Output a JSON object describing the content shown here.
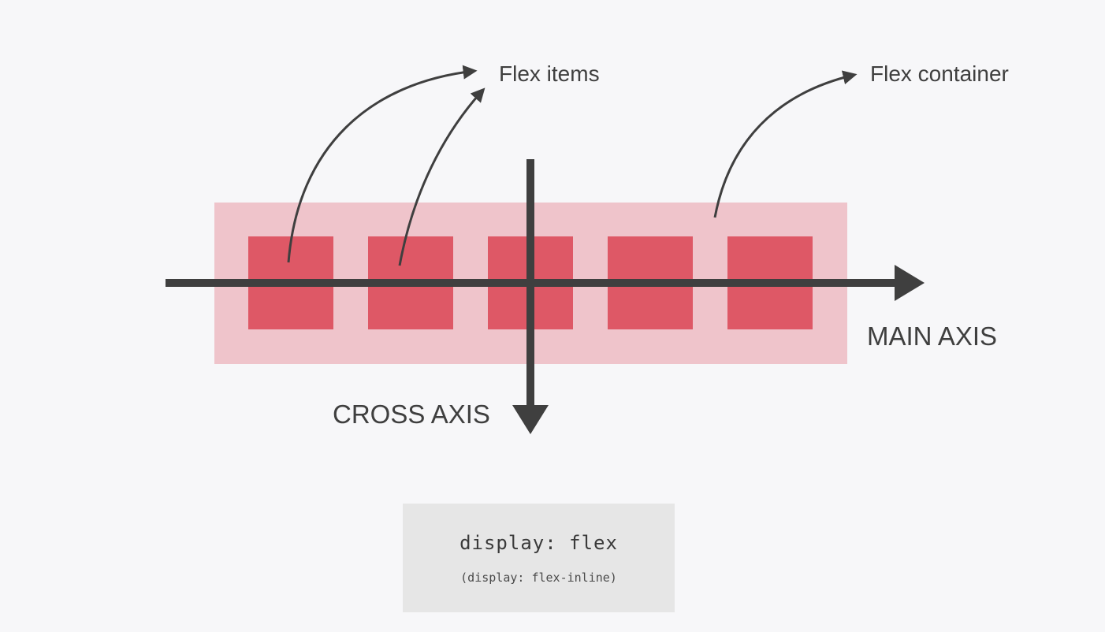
{
  "labels": {
    "flex_items": "Flex items",
    "flex_container": "Flex container",
    "main_axis": "MAIN AXIS",
    "cross_axis": "CROSS AXIS"
  },
  "code": {
    "main": "display: flex",
    "sub": "(display: flex-inline)"
  },
  "items": [
    {
      "id": "item-1"
    },
    {
      "id": "item-2"
    },
    {
      "id": "item-3"
    },
    {
      "id": "item-4"
    },
    {
      "id": "item-5"
    }
  ],
  "colors": {
    "background": "#f7f7f9",
    "container": "#efc4cb",
    "item": "#de5866",
    "axis": "#3f3f3f",
    "text": "#3f3f3f",
    "code_box": "#e6e6e6"
  }
}
